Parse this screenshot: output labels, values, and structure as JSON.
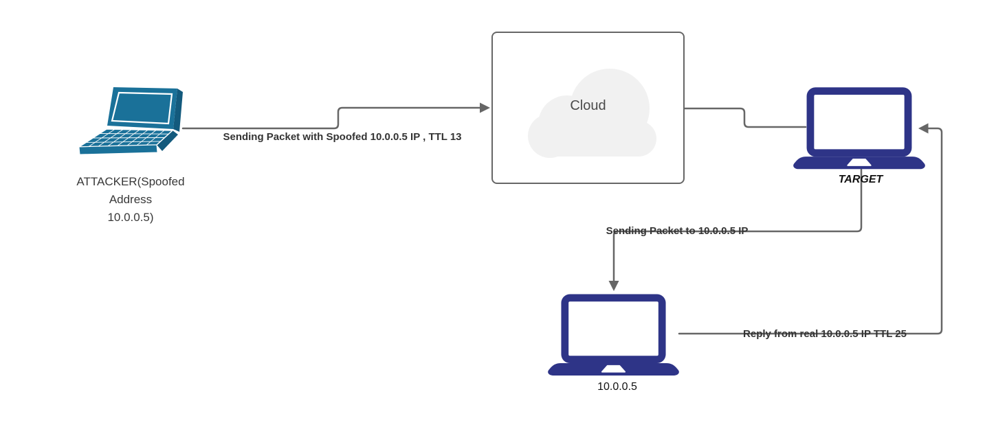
{
  "diagram": {
    "title": "IP spoofing network diagram",
    "background": "#ffffff"
  },
  "colors": {
    "attacker_laptop": "#1a7199",
    "navy_laptop": "#2e3487",
    "connector": "#666666",
    "cloud_fill": "#f1f1f1",
    "cloud_box_border": "#666666",
    "edge_label_text": "#333333"
  },
  "nodes": {
    "attacker": {
      "icon": "laptop-perspective-icon",
      "label_lines": [
        "ATTACKER(Spoofed",
        "Address",
        "10.0.0.5)"
      ]
    },
    "cloud": {
      "icon": "cloud-icon",
      "label": "Cloud"
    },
    "target": {
      "icon": "laptop-front-icon",
      "label": "TARGET"
    },
    "real_host": {
      "icon": "laptop-front-icon",
      "label": "10.0.0.5"
    }
  },
  "edges": {
    "attacker_to_cloud": {
      "label": "Sending Packet with Spoofed 10.0.0.5 IP , TTL 13",
      "direction": "attacker → cloud"
    },
    "cloud_to_target": {
      "label": "",
      "direction": "cloud → target"
    },
    "target_to_real_host": {
      "label": "Sending Packet to 10.0.0.5 IP",
      "direction": "target → real host"
    },
    "real_host_to_target": {
      "label": "Reply from real 10.0.0.5 IP TTL 25",
      "direction": "real host → target"
    }
  }
}
